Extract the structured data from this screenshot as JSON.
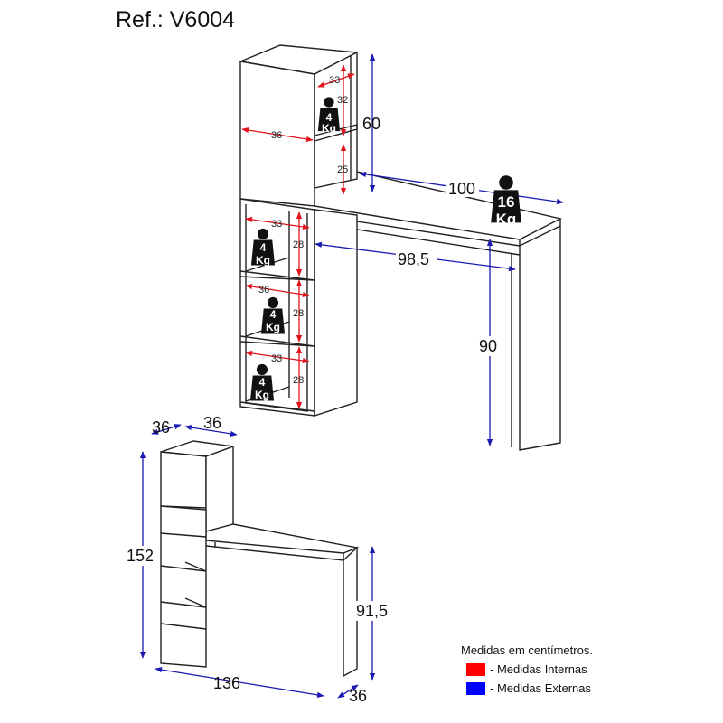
{
  "title": "Ref.: V6004",
  "main_view": {
    "internal": {
      "top_depth": "33",
      "top_height": "32",
      "door_width": "36",
      "top_lower_height": "25",
      "shelf1_depth": "33",
      "shelf1_height": "28",
      "shelf2_depth": "36",
      "shelf2_height": "28",
      "shelf3_depth": "33",
      "shelf3_height": "28"
    },
    "external": {
      "upper_height": "60",
      "desk_width": "100",
      "desk_inner_width": "98,5",
      "desk_height": "90"
    },
    "weights": {
      "small_value": "4",
      "unit": "Kg",
      "large_value": "16"
    }
  },
  "overall_view": {
    "depth_left": "36",
    "width_top": "36",
    "height": "152",
    "desk_height": "91,5",
    "total_width": "136",
    "desk_depth": "36"
  },
  "legend": {
    "title": "Medidas em centímetros.",
    "items": [
      {
        "label": "- Medidas Internas",
        "color": "#ff0000"
      },
      {
        "label": "- Medidas Externas",
        "color": "#0000ff"
      }
    ]
  }
}
